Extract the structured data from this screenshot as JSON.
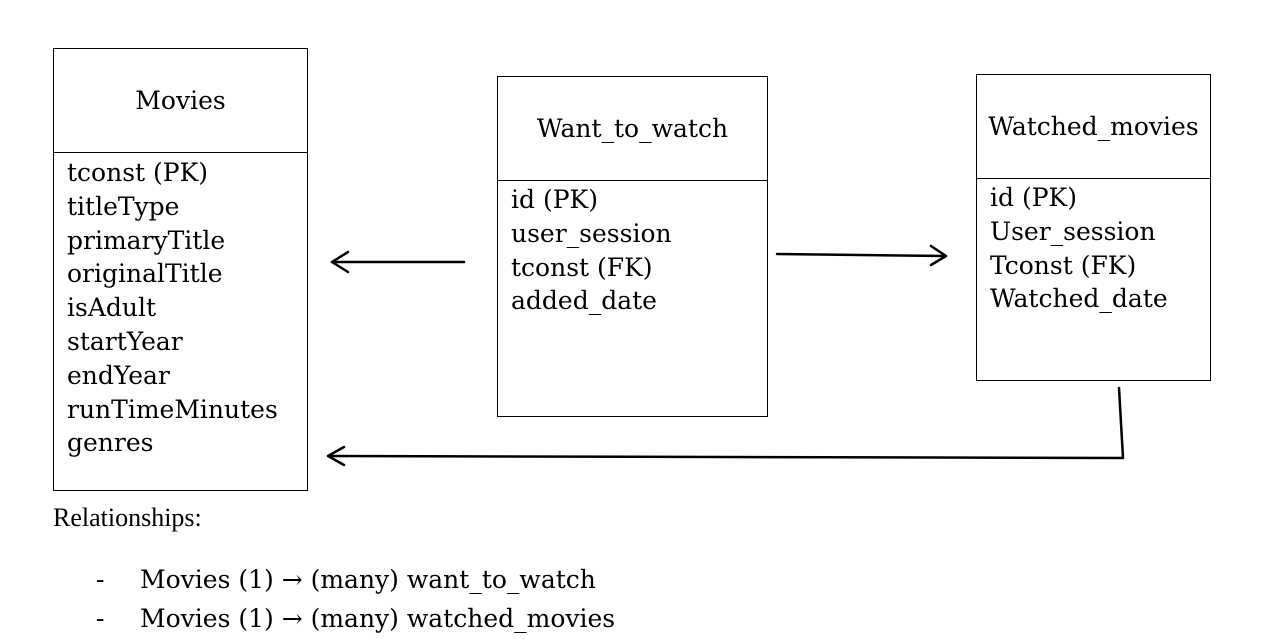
{
  "entities": {
    "movies": {
      "title": "Movies",
      "fields": [
        "tconst (PK)",
        "titleType",
        "primaryTitle",
        "originalTitle",
        "isAdult",
        "startYear",
        "endYear",
        "runTimeMinutes",
        "genres"
      ]
    },
    "want_to_watch": {
      "title": "Want_to_watch",
      "fields": [
        "id (PK)",
        "user_session",
        "tconst (FK)",
        "added_date"
      ]
    },
    "watched_movies": {
      "title": "Watched_movies",
      "fields": [
        "id (PK)",
        "User_session",
        "Tconst (FK)",
        "Watched_date"
      ]
    }
  },
  "relationships": {
    "heading": "Relationships:",
    "bullet": "-",
    "items": [
      "Movies (1) → (many) want_to_watch",
      "Movies (1) → (many) watched_movies"
    ]
  }
}
